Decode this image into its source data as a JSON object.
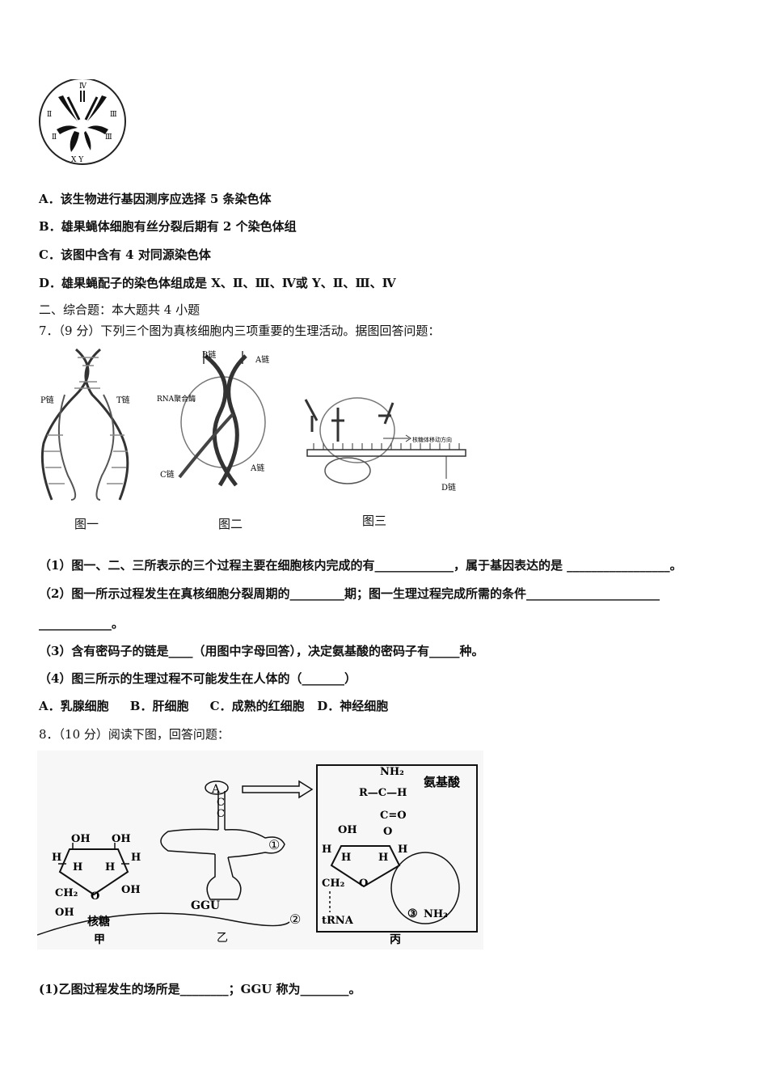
{
  "q6": {
    "figure": {
      "labels": {
        "iv": "Ⅳ",
        "ii": "Ⅱ",
        "iii": "Ⅲ",
        "xy": "X  Y"
      }
    },
    "options": [
      {
        "key": "A．",
        "text": "该生物进行基因测序应选择 5 条染色体"
      },
      {
        "key": "B．",
        "text": "雄果蝇体细胞有丝分裂后期有 2 个染色体组"
      },
      {
        "key": "C．",
        "text": "该图中含有 4 对同源染色体"
      },
      {
        "key": "D．",
        "text": "雄果蝇配子的染色体组成是 X、Ⅱ、Ⅲ、Ⅳ或 Y、Ⅱ、Ⅲ、Ⅳ"
      }
    ]
  },
  "section2": {
    "title": "二、综合题：本大题共 4 小题"
  },
  "q7": {
    "stem": "7．（9 分）下列三个图为真核细胞内三项重要的生理活动。据图回答问题：",
    "figure": {
      "p_chain": "P链",
      "t_chain": "T链",
      "b_chain": "B链",
      "a_chain": "A链",
      "c_chain": "C链",
      "a_chain2": "A链",
      "rna_pol": "RNA聚合酶",
      "ribosome_dir": "核糖体移动方向",
      "d_chain": "D链",
      "cap1": "图一",
      "cap2": "图二",
      "cap3": "图三"
    },
    "subs": [
      "（1）图一、二、三所表示的三个过程主要在细胞核内完成的有_____________，属于基因表达的是 _________________。",
      "（2）图一所示过程发生在真核细胞分裂周期的_________期；图一生理过程完成所需的条件______________________",
      "____________。",
      "（3）含有密码子的链是____（用图中字母回答），决定氨基酸的密码子有_____种。",
      "（4）图三所示的生理过程不可能发生在人体的（_______）"
    ],
    "options": [
      {
        "key": "A．",
        "text": "乳腺细胞"
      },
      {
        "key": "B．",
        "text": "肝细胞"
      },
      {
        "key": "C．",
        "text": "成熟的红细胞"
      },
      {
        "key": "D．",
        "text": "神经细胞"
      }
    ]
  },
  "q8": {
    "stem": "8．（10 分）阅读下图，回答问题：",
    "figure": {
      "oh": "OH",
      "h": "H",
      "ch2": "CH₂",
      "o": "O",
      "ribose": "核糖",
      "jia": "甲",
      "yi": "乙",
      "bing": "丙",
      "acc_a": "A",
      "acc_c1": "C",
      "acc_c2": "C",
      "ggu": "GGU",
      "mark1": "①",
      "mark2": "②",
      "mark3": "③",
      "nh2": "NH₂",
      "r_ch": "R—C—H",
      "c_o": "C=O",
      "amino_acid": "氨基酸",
      "trna": "tRNA",
      "n": "N"
    },
    "sub1": "(1)乙图过程发生的场所是________；GGU 称为________。"
  }
}
